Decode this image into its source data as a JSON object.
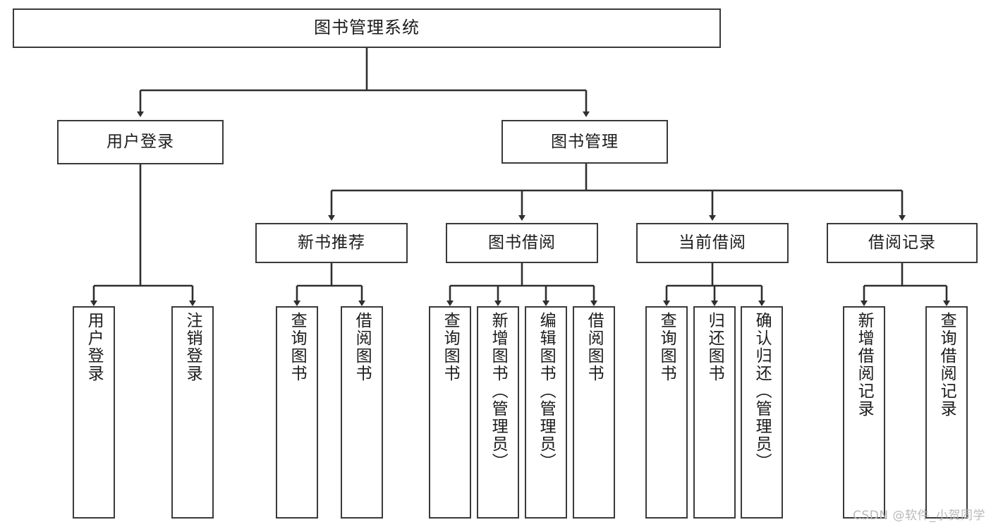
{
  "diagram": {
    "type": "tree-hierarchy-chart",
    "title": "图书管理系统",
    "stroke_color": "#3a3a3a",
    "fill_color": "#ffffff",
    "text_color": "#1c1c1c",
    "watermark": "CSDN @软件_小贺同学",
    "levels": [
      {
        "level": 1,
        "nodes": [
          {
            "id": "root",
            "label": "图书管理系统",
            "orientation": "horizontal"
          }
        ]
      },
      {
        "level": 2,
        "nodes": [
          {
            "id": "login",
            "label": "用户登录",
            "orientation": "horizontal",
            "parent": "root"
          },
          {
            "id": "bookmgmt",
            "label": "图书管理",
            "orientation": "horizontal",
            "parent": "root"
          }
        ]
      },
      {
        "level": 3,
        "nodes": [
          {
            "id": "newbook",
            "label": "新书推荐",
            "orientation": "horizontal",
            "parent": "bookmgmt"
          },
          {
            "id": "borrow",
            "label": "图书借阅",
            "orientation": "horizontal",
            "parent": "bookmgmt"
          },
          {
            "id": "current",
            "label": "当前借阅",
            "orientation": "horizontal",
            "parent": "bookmgmt"
          },
          {
            "id": "records",
            "label": "借阅记录",
            "orientation": "horizontal",
            "parent": "bookmgmt"
          }
        ]
      },
      {
        "level": 4,
        "nodes": [
          {
            "id": "leaf1",
            "label": "用户登录",
            "orientation": "vertical",
            "parent": "login"
          },
          {
            "id": "leaf2",
            "label": "注销登录",
            "orientation": "vertical",
            "parent": "login"
          },
          {
            "id": "leaf3",
            "label": "查询图书",
            "orientation": "vertical",
            "parent": "newbook"
          },
          {
            "id": "leaf4",
            "label": "借阅图书",
            "orientation": "vertical",
            "parent": "newbook"
          },
          {
            "id": "leaf5",
            "label": "查询图书",
            "orientation": "vertical",
            "parent": "borrow"
          },
          {
            "id": "leaf6",
            "label": "新增图书（管理员）",
            "orientation": "vertical",
            "parent": "borrow"
          },
          {
            "id": "leaf7",
            "label": "编辑图书（管理员）",
            "orientation": "vertical",
            "parent": "borrow"
          },
          {
            "id": "leaf8",
            "label": "借阅图书",
            "orientation": "vertical",
            "parent": "borrow"
          },
          {
            "id": "leaf9",
            "label": "查询图书",
            "orientation": "vertical",
            "parent": "current"
          },
          {
            "id": "leaf10",
            "label": "归还图书",
            "orientation": "vertical",
            "parent": "current"
          },
          {
            "id": "leaf11",
            "label": "确认归还（管理员）",
            "orientation": "vertical",
            "parent": "current"
          },
          {
            "id": "leaf12",
            "label": "新增借阅记录",
            "orientation": "vertical",
            "parent": "records"
          },
          {
            "id": "leaf13",
            "label": "查询借阅记录",
            "orientation": "vertical",
            "parent": "records"
          }
        ]
      }
    ]
  }
}
